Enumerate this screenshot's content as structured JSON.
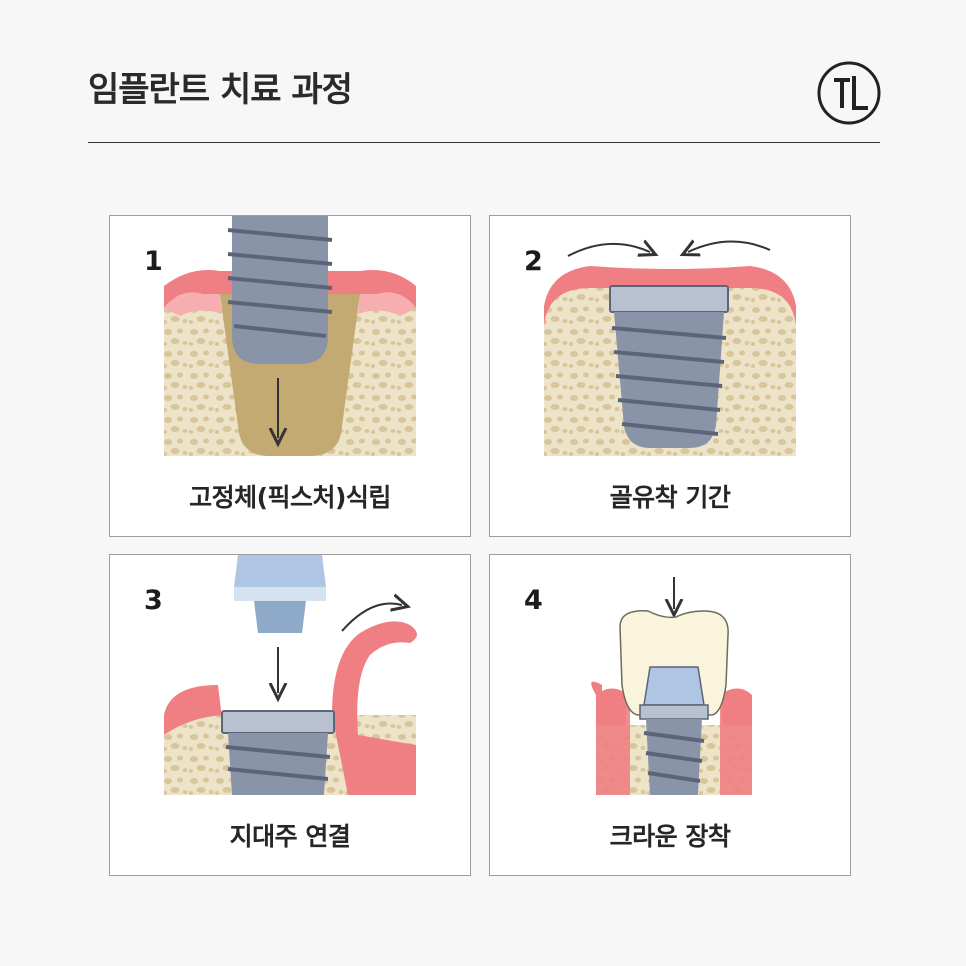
{
  "title": "임플란트 치료 과정",
  "logo_icon": "tl-monogram-logo",
  "colors": {
    "gum": "#ef7f83",
    "gum_light": "#f7aeb0",
    "bone": "#ede3c8",
    "bone_spot": "#d8c69a",
    "socket": "#c2aa72",
    "implant": "#8a94a8",
    "implant_dark": "#5b6478",
    "abutment": "#aec6e4",
    "crown": "#fbf4dc"
  },
  "steps": [
    {
      "number": "1",
      "label": "고정체(픽스처)식립",
      "icon": "implant-insertion-icon"
    },
    {
      "number": "2",
      "label": "골유착 기간",
      "icon": "osseointegration-icon"
    },
    {
      "number": "3",
      "label": "지대주 연결",
      "icon": "abutment-connection-icon"
    },
    {
      "number": "4",
      "label": "크라운 장착",
      "icon": "crown-placement-icon"
    }
  ]
}
